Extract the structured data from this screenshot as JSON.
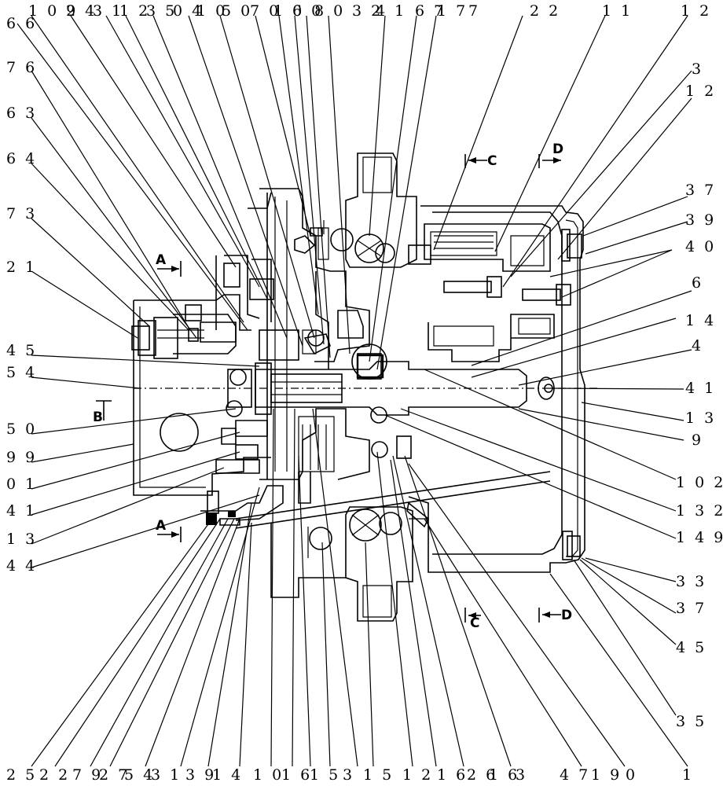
{
  "labels": {
    "top": [
      {
        "id": "t1",
        "text": "1 0 9"
      },
      {
        "id": "t2",
        "text": "2 4"
      },
      {
        "id": "t3",
        "text": "3 1"
      },
      {
        "id": "t4",
        "text": "1 2"
      },
      {
        "id": "t5",
        "text": "3 5"
      },
      {
        "id": "t6",
        "text": "0 4"
      },
      {
        "id": "t7",
        "text": "1 0"
      },
      {
        "id": "t8",
        "text": "5 0"
      },
      {
        "id": "t9",
        "text": "7 0"
      },
      {
        "id": "t10",
        "text": "1 0"
      },
      {
        "id": "t11",
        "text": "6 0"
      },
      {
        "id": "t12",
        "text": "8 0"
      },
      {
        "id": "t13",
        "text": "3 2"
      },
      {
        "id": "t14",
        "text": "4 1"
      },
      {
        "id": "t15",
        "text": "6 7"
      },
      {
        "id": "t16",
        "text": "1 7"
      },
      {
        "id": "t17",
        "text": "7"
      },
      {
        "id": "t18",
        "text": "2 2"
      },
      {
        "id": "t19",
        "text": "1 1"
      },
      {
        "id": "t20",
        "text": "1 2"
      }
    ],
    "left": [
      {
        "id": "l1",
        "text": "6 6"
      },
      {
        "id": "l2",
        "text": "7 6"
      },
      {
        "id": "l3",
        "text": "6 3"
      },
      {
        "id": "l4",
        "text": "6 4"
      },
      {
        "id": "l5",
        "text": "7 3"
      },
      {
        "id": "l6",
        "text": "2 1"
      },
      {
        "id": "l7",
        "text": "4 5"
      },
      {
        "id": "l8",
        "text": "5 4"
      },
      {
        "id": "l9",
        "text": "5 0"
      },
      {
        "id": "l10",
        "text": "9 9"
      },
      {
        "id": "l11",
        "text": "0 1"
      },
      {
        "id": "l12",
        "text": "4 1"
      },
      {
        "id": "l13",
        "text": "1 3"
      },
      {
        "id": "l14",
        "text": "4 4"
      }
    ],
    "right": [
      {
        "id": "r1",
        "text": "3"
      },
      {
        "id": "r2",
        "text": "1 2"
      },
      {
        "id": "r3",
        "text": "3 7"
      },
      {
        "id": "r4",
        "text": "3 9"
      },
      {
        "id": "r5",
        "text": "4 0"
      },
      {
        "id": "r6",
        "text": "6"
      },
      {
        "id": "r7",
        "text": "1 4"
      },
      {
        "id": "r8",
        "text": "4"
      },
      {
        "id": "r9",
        "text": "4 1"
      },
      {
        "id": "r10",
        "text": "1 3"
      },
      {
        "id": "r11",
        "text": "9"
      },
      {
        "id": "r12",
        "text": "1 0 2"
      },
      {
        "id": "r13",
        "text": "1 3 2"
      },
      {
        "id": "r14",
        "text": "1 4 9"
      },
      {
        "id": "r15",
        "text": "3 3"
      },
      {
        "id": "r16",
        "text": "3 7"
      },
      {
        "id": "r17",
        "text": "4 5"
      },
      {
        "id": "r18",
        "text": "3 5"
      }
    ],
    "bottom": [
      {
        "id": "b1",
        "text": "2 5"
      },
      {
        "id": "b2",
        "text": "2 2"
      },
      {
        "id": "b3",
        "text": "7 9"
      },
      {
        "id": "b4",
        "text": "2 7"
      },
      {
        "id": "b5",
        "text": "5 4"
      },
      {
        "id": "b6",
        "text": "3 1"
      },
      {
        "id": "b7",
        "text": "3 9"
      },
      {
        "id": "b8",
        "text": "1 4"
      },
      {
        "id": "b9",
        "text": "1 0"
      },
      {
        "id": "b10",
        "text": "1 6"
      },
      {
        "id": "b11",
        "text": "1 5"
      },
      {
        "id": "b12",
        "text": "3"
      },
      {
        "id": "b13",
        "text": "1 5"
      },
      {
        "id": "b14",
        "text": "1 2"
      },
      {
        "id": "b15",
        "text": "1 6"
      },
      {
        "id": "b16",
        "text": "2 6"
      },
      {
        "id": "b17",
        "text": "1 6"
      },
      {
        "id": "b18",
        "text": "3"
      },
      {
        "id": "b19",
        "text": "4 7"
      },
      {
        "id": "b20",
        "text": "1 9"
      },
      {
        "id": "b21",
        "text": "0"
      },
      {
        "id": "b22",
        "text": "1"
      }
    ]
  },
  "sections": {
    "a_top": "A",
    "a_bottom": "A",
    "b": "B",
    "c_top": "C",
    "c_bottom": "C",
    "d_top": "D",
    "d_bottom": "D"
  }
}
